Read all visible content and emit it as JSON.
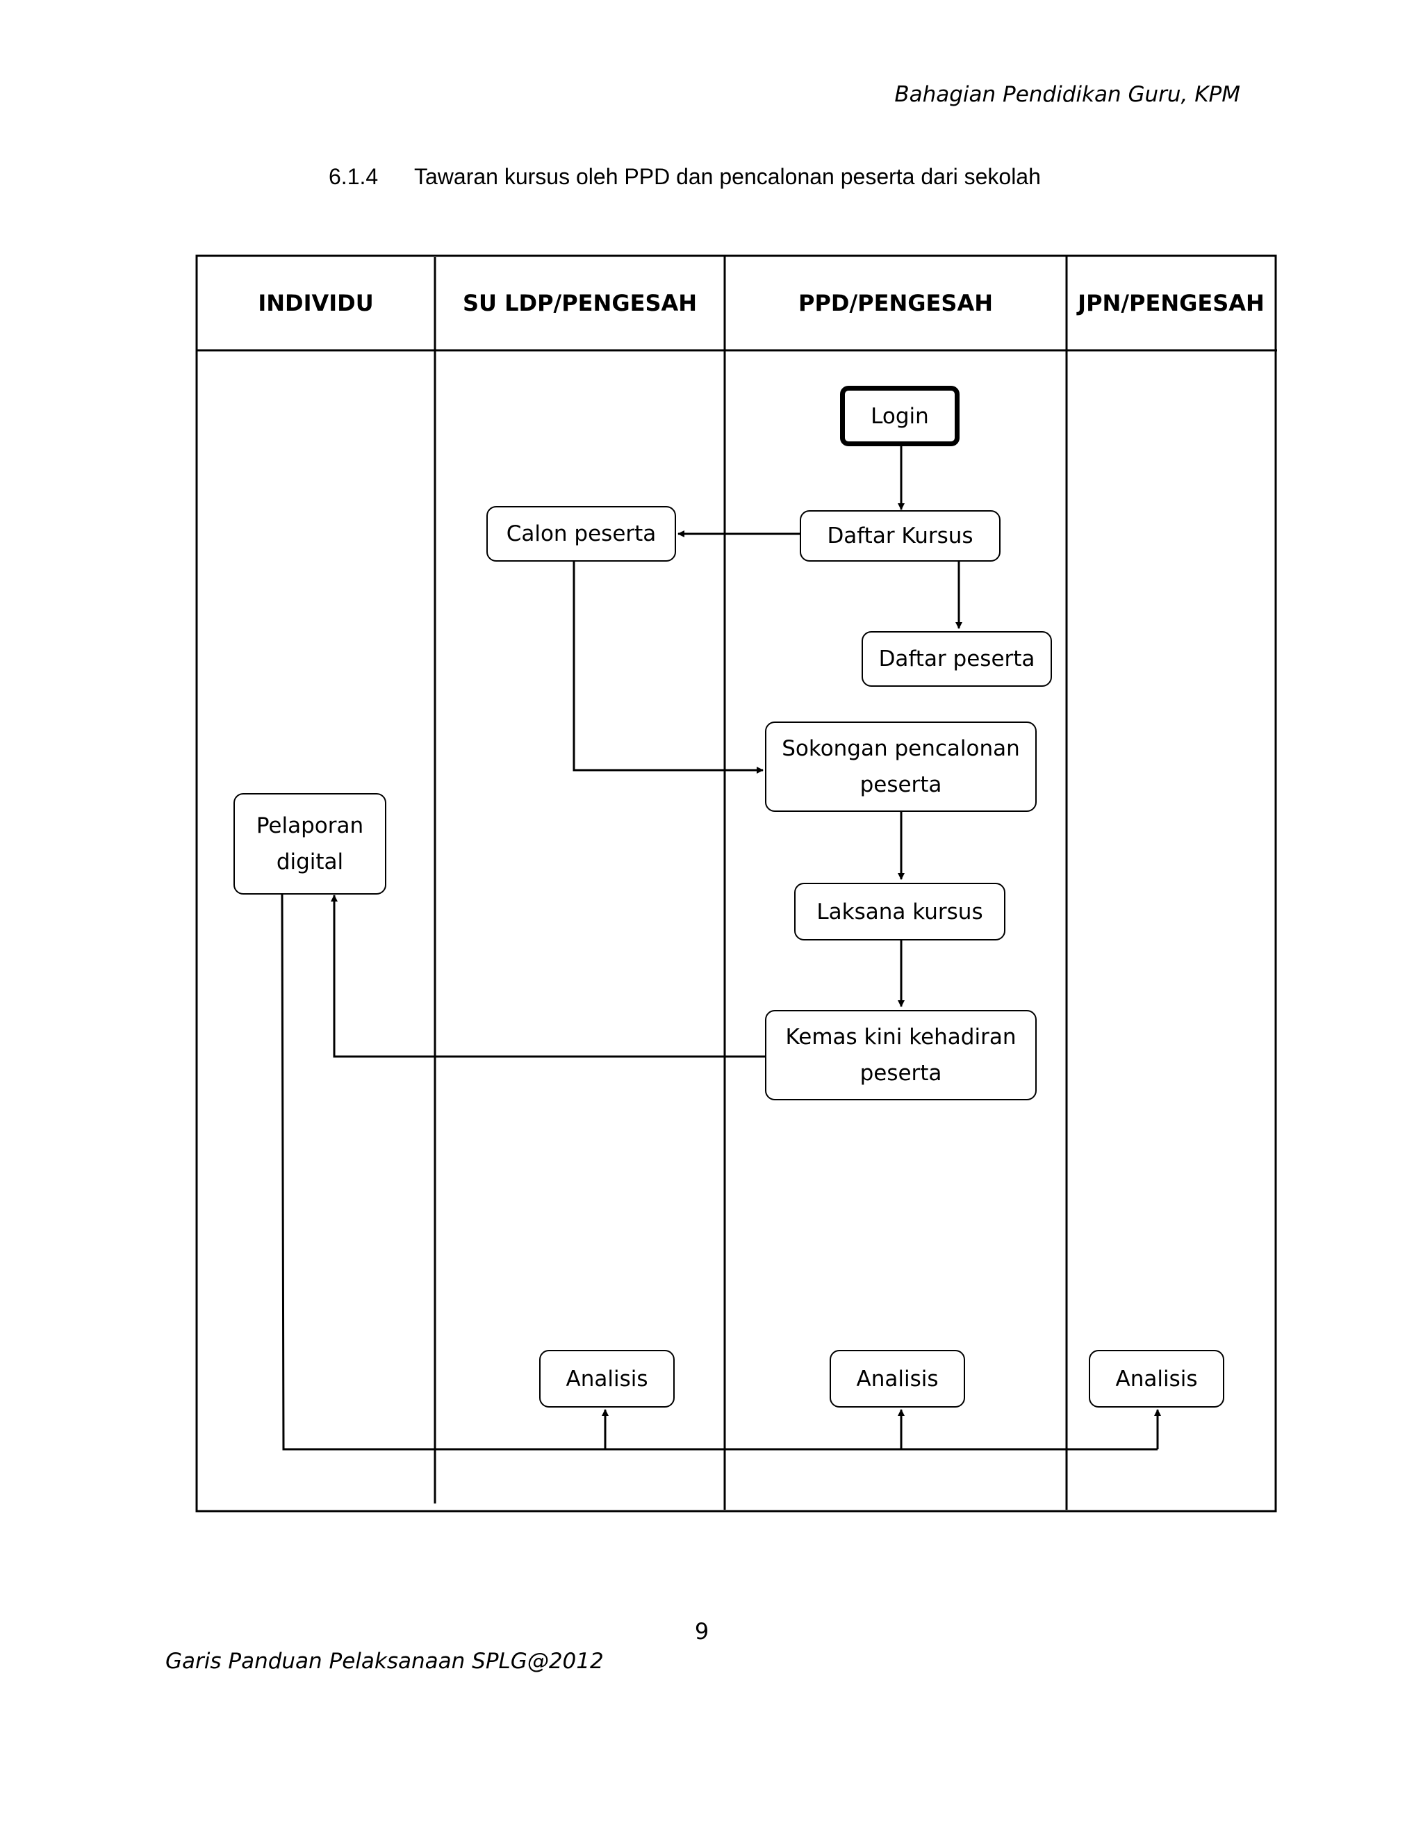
{
  "header": {
    "text": "Bahagian Pendidikan Guru, KPM"
  },
  "section": {
    "number": "6.1.4",
    "title": "Tawaran kursus oleh PPD dan pencalonan peserta dari sekolah"
  },
  "lanes": [
    {
      "id": "individu",
      "label": "INDIVIDU"
    },
    {
      "id": "su-ldp",
      "label": "SU LDP/PENGESAH"
    },
    {
      "id": "ppd",
      "label": "PPD/PENGESAH"
    },
    {
      "id": "jpn",
      "label": "JPN/PENGESAH"
    }
  ],
  "nodes": {
    "login": "Login",
    "calon_peserta": "Calon peserta",
    "daftar_kursus": "Daftar Kursus",
    "daftar_peserta": "Daftar peserta",
    "sokongan": "Sokongan pencalonan peserta",
    "pelaporan": "Pelaporan digital",
    "laksana": "Laksana kursus",
    "kemas_kini": "Kemas kini kehadiran peserta",
    "analisis_su": "Analisis",
    "analisis_ppd": "Analisis",
    "analisis_jpn": "Analisis"
  },
  "edges": [
    {
      "from": "login",
      "to": "daftar_kursus"
    },
    {
      "from": "daftar_kursus",
      "to": "calon_peserta"
    },
    {
      "from": "daftar_kursus",
      "to": "daftar_peserta"
    },
    {
      "from": "calon_peserta",
      "to": "sokongan"
    },
    {
      "from": "sokongan",
      "to": "laksana"
    },
    {
      "from": "laksana",
      "to": "kemas_kini"
    },
    {
      "from": "kemas_kini",
      "to": "pelaporan"
    },
    {
      "from": "pelaporan",
      "to": "analisis_su"
    },
    {
      "from": "pelaporan",
      "to": "analisis_ppd"
    },
    {
      "from": "pelaporan",
      "to": "analisis_jpn"
    }
  ],
  "page_number": "9",
  "footer": {
    "text": "Garis Panduan Pelaksanaan SPLG@2012"
  }
}
